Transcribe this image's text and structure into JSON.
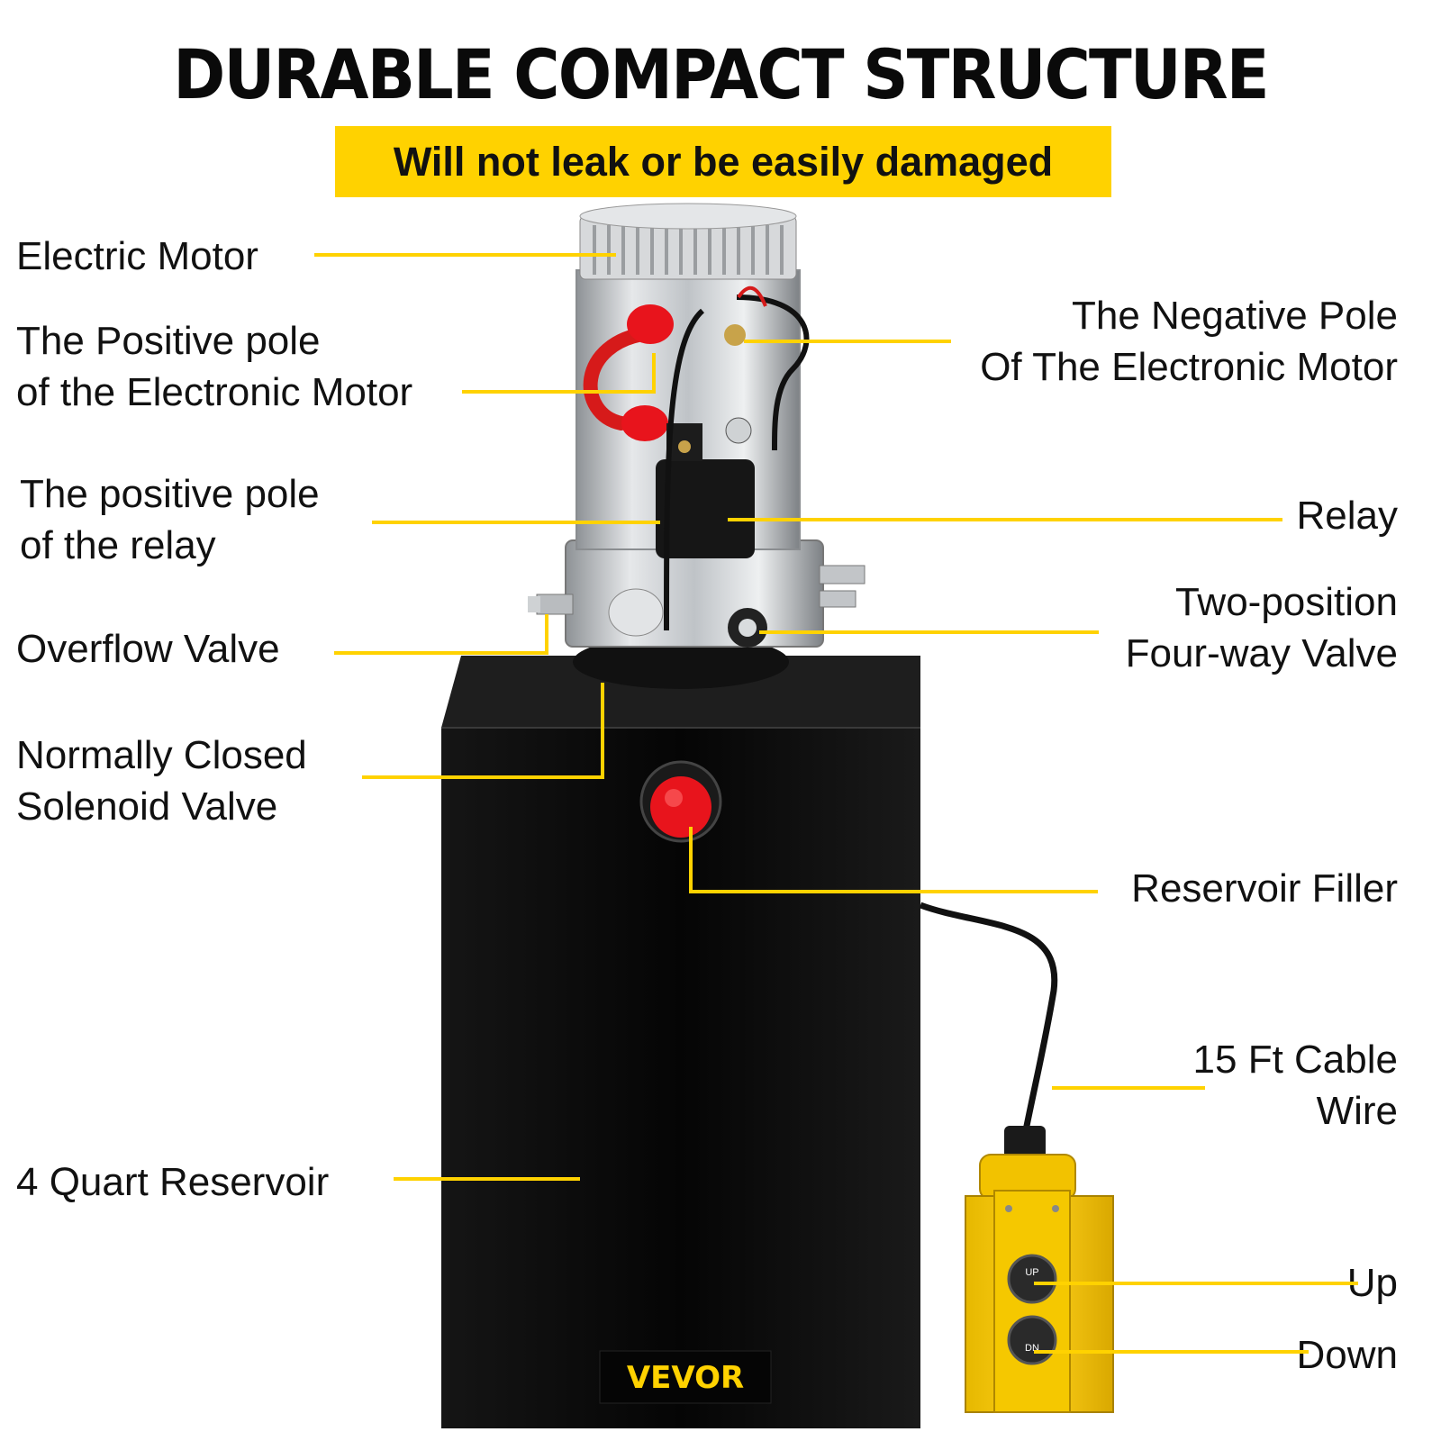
{
  "header": {
    "title": "DURABLE COMPACT STRUCTURE",
    "subtitle": "Will not leak or be easily damaged"
  },
  "labels": {
    "electric_motor": "Electric Motor",
    "positive_pole_motor": [
      "The Positive pole",
      "of the Electronic Motor"
    ],
    "positive_pole_relay": [
      "The positive pole",
      "of the relay"
    ],
    "overflow_valve": "Overflow Valve",
    "solenoid_valve": [
      "Normally Closed",
      "Solenoid Valve"
    ],
    "reservoir": "4 Quart Reservoir",
    "negative_pole_motor": [
      "The Negative Pole",
      "Of The Electronic Motor"
    ],
    "relay": "Relay",
    "four_way_valve": [
      "Two-position",
      "Four-way Valve"
    ],
    "reservoir_filler": "Reservoir Filler",
    "cable": [
      "15 Ft Cable",
      "Wire"
    ],
    "up": "Up",
    "down": "Down"
  },
  "product": {
    "brand": "VEVOR",
    "remote_up": "UP",
    "remote_down": "DN"
  },
  "colors": {
    "accent": "#ffd200",
    "tank": "#0b0b0b",
    "motor": "#c9ccd0",
    "cap": "#e8141c"
  }
}
